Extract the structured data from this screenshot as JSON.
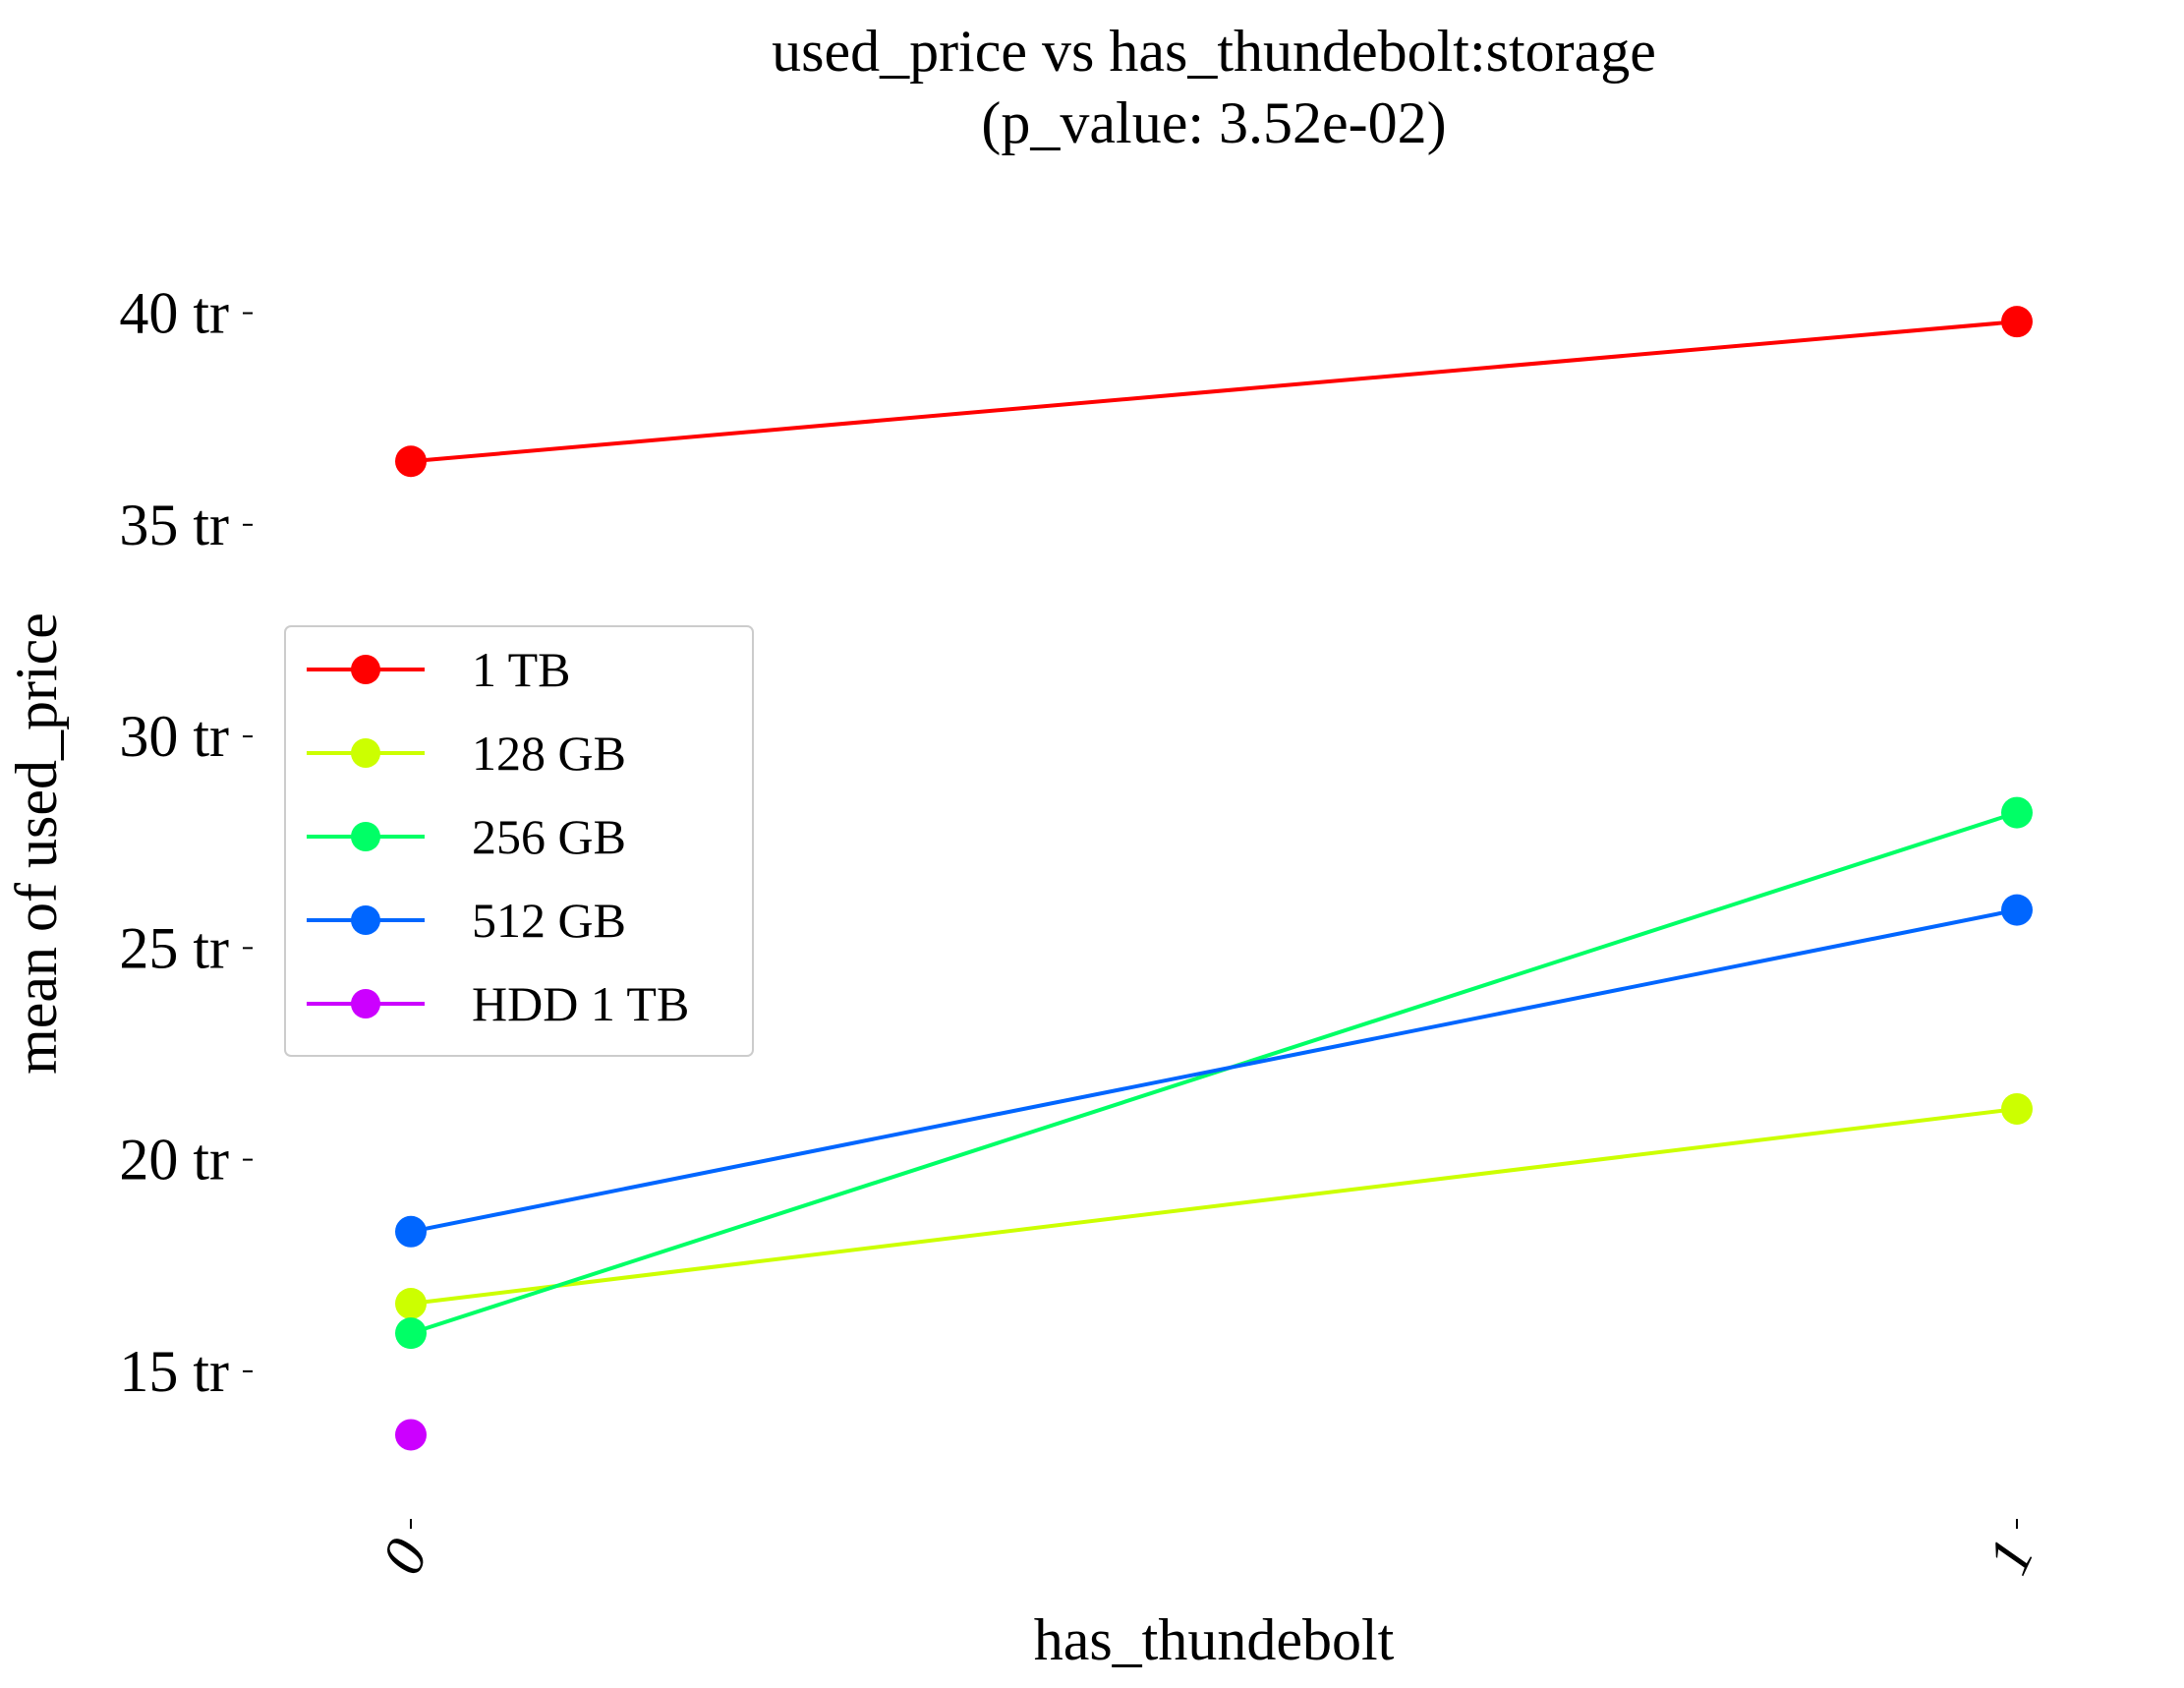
{
  "chart_data": {
    "type": "line",
    "title": "used_price vs has_thundebolt:storage",
    "subtitle": "(p_value: 3.52e-02)",
    "xlabel": "has_thundebolt",
    "ylabel": "mean of used_price",
    "categories": [
      "0",
      "1"
    ],
    "y_ticks": [
      {
        "value": 15,
        "label": "15 tr"
      },
      {
        "value": 20,
        "label": "20 tr"
      },
      {
        "value": 25,
        "label": "25 tr"
      },
      {
        "value": 30,
        "label": "30 tr"
      },
      {
        "value": 35,
        "label": "35 tr"
      },
      {
        "value": 40,
        "label": "40 tr"
      }
    ],
    "ylim": [
      10.7,
      42.8
    ],
    "grid": false,
    "legend_position": "center-left",
    "series": [
      {
        "name": "1 TB",
        "color": "#ff0000",
        "values": [
          36.5,
          39.8
        ]
      },
      {
        "name": "128 GB",
        "color": "#ccff00",
        "values": [
          16.6,
          21.2
        ]
      },
      {
        "name": "256 GB",
        "color": "#00ff66",
        "values": [
          15.9,
          28.2
        ]
      },
      {
        "name": "512 GB",
        "color": "#0066ff",
        "values": [
          18.3,
          25.9
        ]
      },
      {
        "name": "HDD 1 TB",
        "color": "#cc00ff",
        "values": [
          13.5,
          null
        ]
      }
    ]
  }
}
